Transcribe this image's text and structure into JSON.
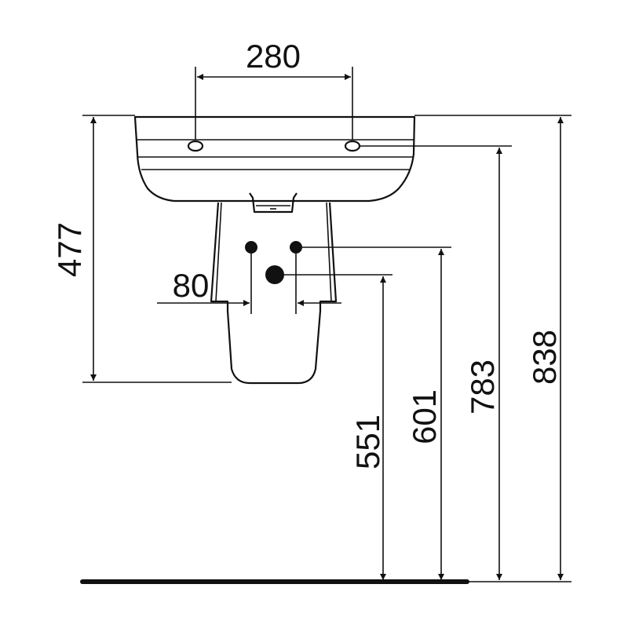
{
  "dimensions": {
    "tap_hole_spacing": "280",
    "basin_height": "477",
    "supply_spacing": "80",
    "drain_height": "551",
    "supply_height": "601",
    "tap_hole_height": "783",
    "rim_height": "838"
  }
}
